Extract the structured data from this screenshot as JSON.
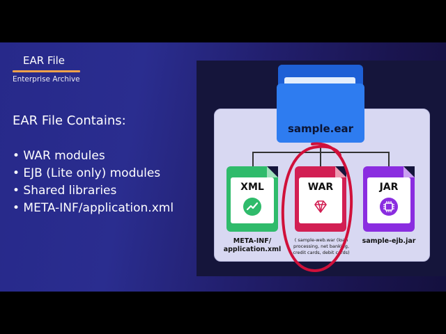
{
  "header": {
    "title": "EAR File",
    "subtitle": "Enterprise Archive",
    "accent_color": "#f4a24a"
  },
  "content": {
    "heading": "EAR File Contains:",
    "bullets": [
      "• WAR modules",
      "• EJB (Lite only) modules",
      "• Shared libraries",
      "• META-INF/application.xml"
    ]
  },
  "diagram": {
    "folder_label": "sample.ear",
    "folder_icon": "folder-icon",
    "files": [
      {
        "label": "XML",
        "color": "#2fbb6b",
        "icon": "chart-badge-icon",
        "caption": "META-INF/\napplication.xml"
      },
      {
        "label": "WAR",
        "color": "#d21f53",
        "icon": "gem-icon",
        "caption": "( sample-web.war (loan processing, net banking, credit cards, debit cards)"
      },
      {
        "label": "JAR",
        "color": "#8a2de0",
        "icon": "chip-icon",
        "caption": "sample-ejb.jar"
      }
    ],
    "highlight_color": "#d0103a"
  }
}
